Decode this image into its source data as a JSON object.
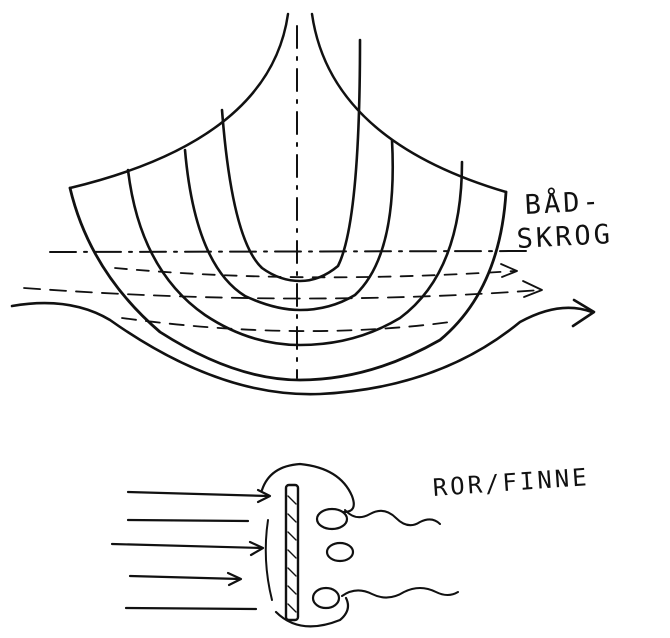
{
  "labels": {
    "hull_line1": "BÅD-",
    "hull_line2": "SKROG",
    "rudder": "ROR/FINNE"
  },
  "colors": {
    "ink": "#111111",
    "paper": "#ffffff"
  }
}
